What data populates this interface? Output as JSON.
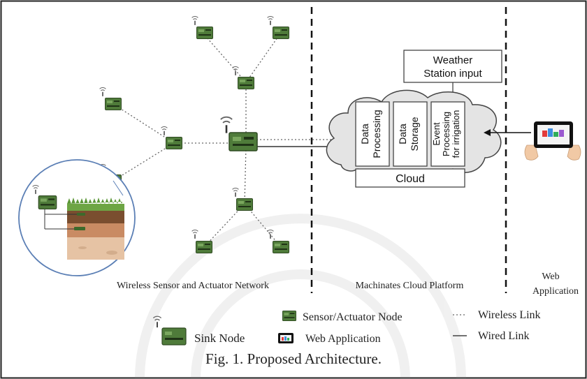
{
  "regions": {
    "wsan": "Wireless Sensor and Actuator Network",
    "cloud_platform": "Machinates Cloud Platform",
    "web_app_line1": "Web",
    "web_app_line2": "Application"
  },
  "cloud": {
    "weather_line1": "Weather",
    "weather_line2": "Station input",
    "data_processing_line1": "Data",
    "data_processing_line2": "Processing",
    "data_storage_line1": "Data",
    "data_storage_line2": "Storage",
    "event_line1": "Event",
    "event_line2": "Processing",
    "event_line3": "for irrigation",
    "cloud_label": "Cloud"
  },
  "legend": {
    "sensor_node": "Sensor/Actuator Node",
    "sink_node": "Sink Node",
    "web_application": "Web Application",
    "wireless_link": "Wireless Link",
    "wired_link": "Wired Link"
  },
  "caption": "Fig. 1. Proposed Architecture.",
  "colors": {
    "node_green": "#4f7b3a",
    "cloud_fill": "#e6e6e6",
    "circle_stroke": "#5b7fb5"
  }
}
